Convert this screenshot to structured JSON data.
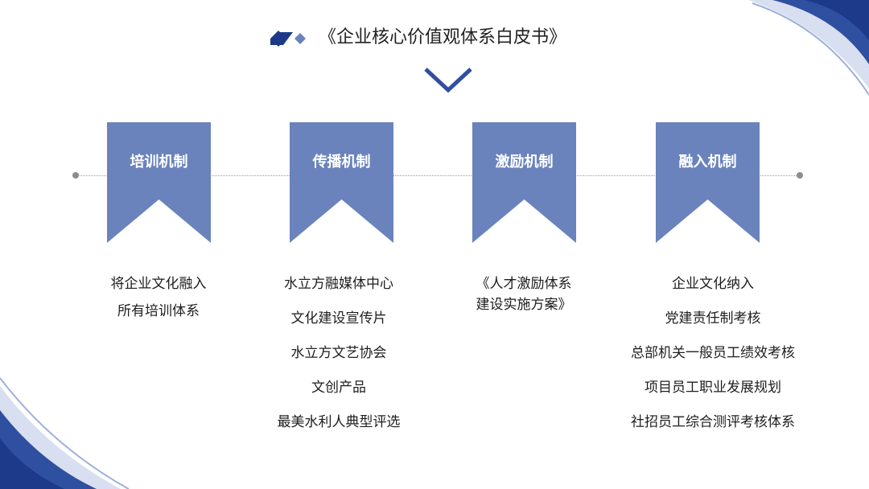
{
  "header": {
    "title": "《企业核心价值观体系白皮书》"
  },
  "colors": {
    "banner": "#6a83bd",
    "accent": "#2f4fa0",
    "deco_light": "#d7dff0"
  },
  "mechanisms": [
    {
      "label": "培训机制",
      "lines": [
        "将企业文化融入",
        "所有培训体系"
      ]
    },
    {
      "label": "传播机制",
      "lines": [
        "水立方融媒体中心",
        "文化建设宣传片",
        "水立方文艺协会",
        "文创产品",
        "最美水利人典型评选"
      ]
    },
    {
      "label": "激励机制",
      "lines": [
        "《人才激励体系",
        "建设实施方案》"
      ]
    },
    {
      "label": "融入机制",
      "lines": [
        "企业文化纳入",
        "党建责任制考核",
        "总部机关一般员工绩效考核",
        "项目员工职业发展规划",
        "社招员工综合测评考核体系"
      ]
    }
  ]
}
